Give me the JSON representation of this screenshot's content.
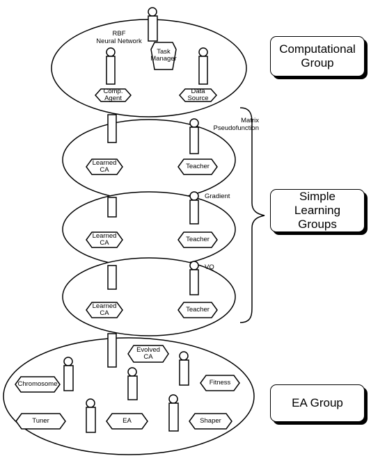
{
  "groups": {
    "computational": "Computational Group",
    "simple_learning": "Simple Learning Groups",
    "ea": "EA Group"
  },
  "agents": {
    "task_manager": "Task Manager",
    "comp_agent": "Comp. Agent",
    "data_source": "Data Source",
    "learned_ca_1": "Learned CA",
    "teacher_1": "Teacher",
    "learned_ca_2": "Learned CA",
    "teacher_2": "Teacher",
    "learned_ca_3": "Learned CA",
    "teacher_3": "Teacher",
    "evolved_ca": "Evolved CA",
    "chromosome": "Chromosome",
    "fitness": "Fitness",
    "tuner": "Tuner",
    "ea": "EA",
    "shaper": "Shaper"
  },
  "labels": {
    "rbf": "RBF\nNeural Network",
    "matrix": "Matrix\nPseudofunction",
    "gradient": "Gradient",
    "vq": "VQ"
  }
}
